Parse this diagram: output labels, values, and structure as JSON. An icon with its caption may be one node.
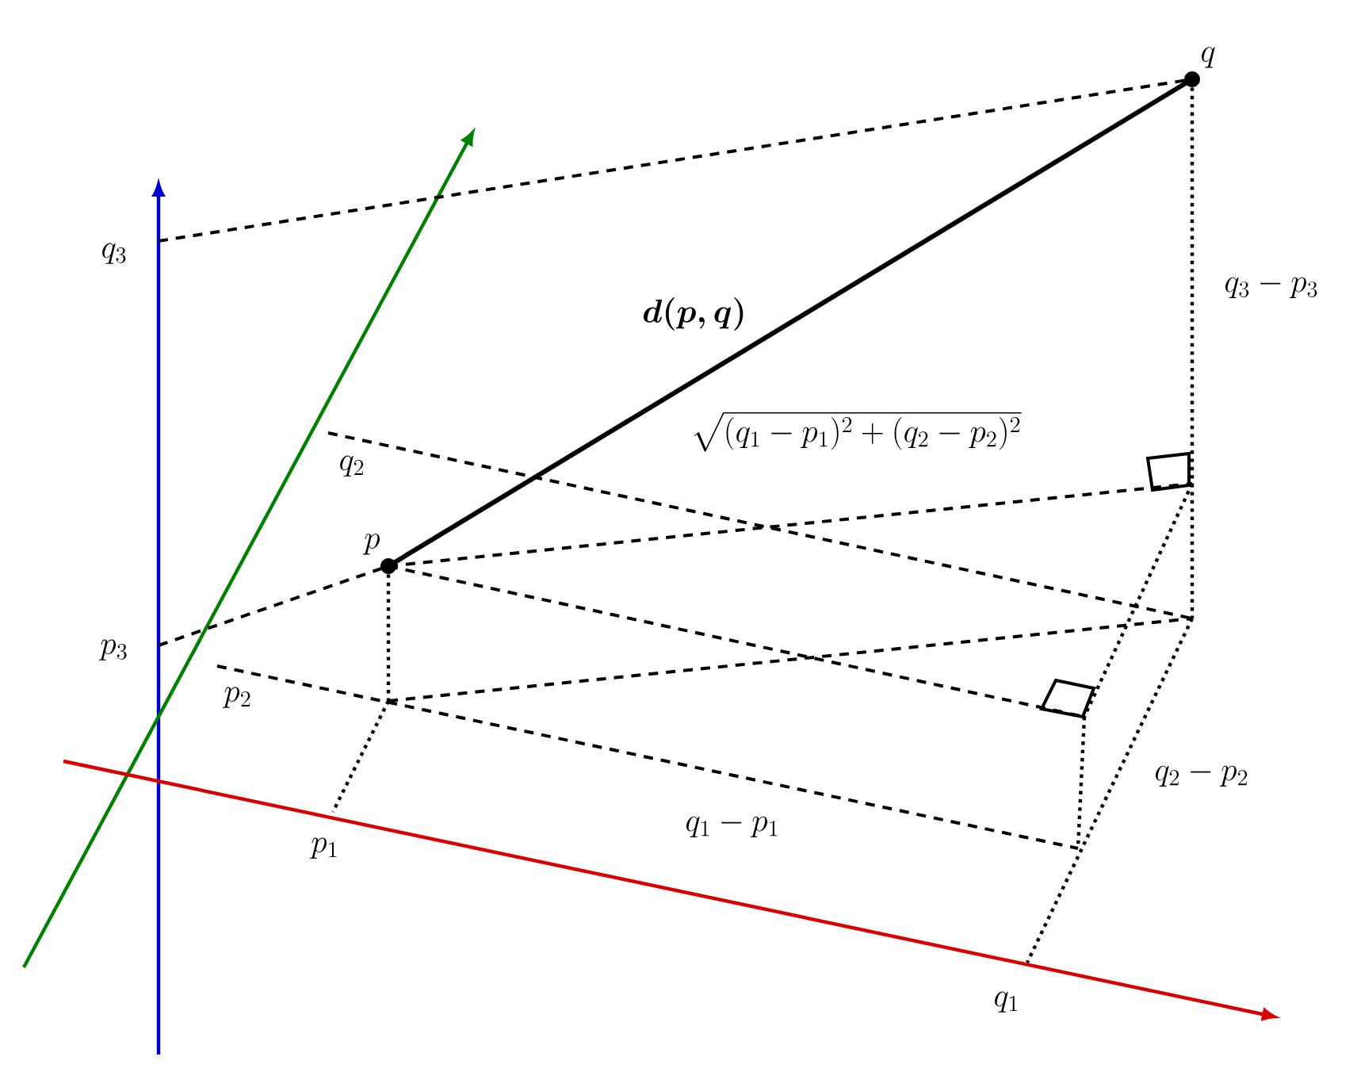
{
  "diagram": {
    "nodes": [
      {
        "text": [
          "p"
        ]
      },
      {
        "text": [
          "q"
        ]
      }
    ],
    "edges": [
      {
        "from": 0,
        "to": 1,
        "arrow": "none",
        "label": "\\boldsymbol{d(p,q)}"
      }
    ],
    "labels": [
      "q_3",
      "q_3 - p_3",
      "q_2",
      "\\sqrt{(q_1 - p_1)^2 + (q_2 - p_2)^2}",
      "p_3",
      "p_2",
      "q_2 - p_2",
      "p_1",
      "q_1 - p_1",
      "q_1"
    ]
  }
}
